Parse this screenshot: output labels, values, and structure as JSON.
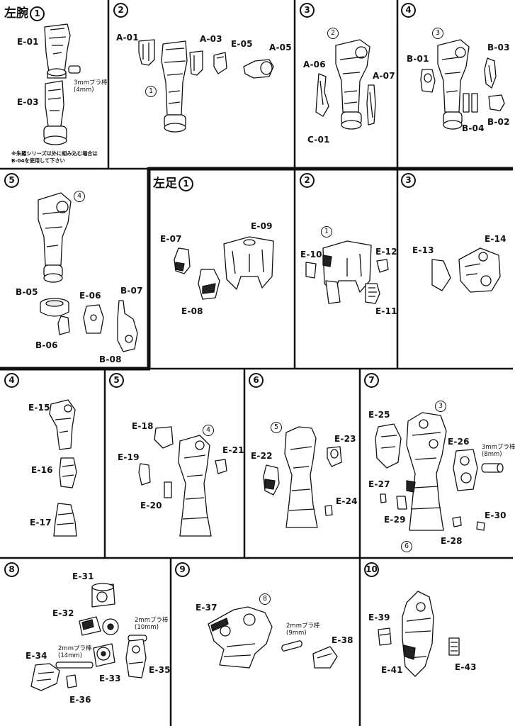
{
  "section_left_arm": "左腕",
  "section_left_leg": "左足",
  "steps": [
    "1",
    "2",
    "3",
    "4",
    "5",
    "6",
    "7",
    "8",
    "9",
    "10"
  ],
  "parts": {
    "A01": "A-01",
    "A03": "A-03",
    "A05": "A-05",
    "A06": "A-06",
    "A07": "A-07",
    "B01": "B-01",
    "B02": "B-02",
    "B03": "B-03",
    "B04": "B-04",
    "B05": "B-05",
    "B06": "B-06",
    "B07": "B-07",
    "B08": "B-08",
    "C01": "C-01",
    "E01": "E-01",
    "E03": "E-03",
    "E05": "E-05",
    "E06": "E-06",
    "E07": "E-07",
    "E08": "E-08",
    "E09": "E-09",
    "E10": "E-10",
    "E11": "E-11",
    "E12": "E-12",
    "E13": "E-13",
    "E14": "E-14",
    "E15": "E-15",
    "E16": "E-16",
    "E17": "E-17",
    "E18": "E-18",
    "E19": "E-19",
    "E20": "E-20",
    "E21": "E-21",
    "E22": "E-22",
    "E23": "E-23",
    "E24": "E-24",
    "E25": "E-25",
    "E26": "E-26",
    "E27": "E-27",
    "E28": "E-28",
    "E29": "E-29",
    "E30": "E-30",
    "E31": "E-31",
    "E32": "E-32",
    "E33": "E-33",
    "E34": "E-34",
    "E35": "E-35",
    "E36": "E-36",
    "E37": "E-37",
    "E38": "E-38",
    "E39": "E-39",
    "E41": "E-41",
    "E43": "E-43"
  },
  "rods": {
    "r4": "3mmプラ棒\n(4mm)",
    "r8": "3mmプラ棒\n(8mm)",
    "r10": "2mmプラ棒\n(10mm)",
    "r14": "2mmプラ棒\n(14mm)",
    "r9": "2mmプラ棒\n(9mm)"
  },
  "note": "※朱羅シリーズ以外に組み込む場合は\nB-04を使用して下さい"
}
